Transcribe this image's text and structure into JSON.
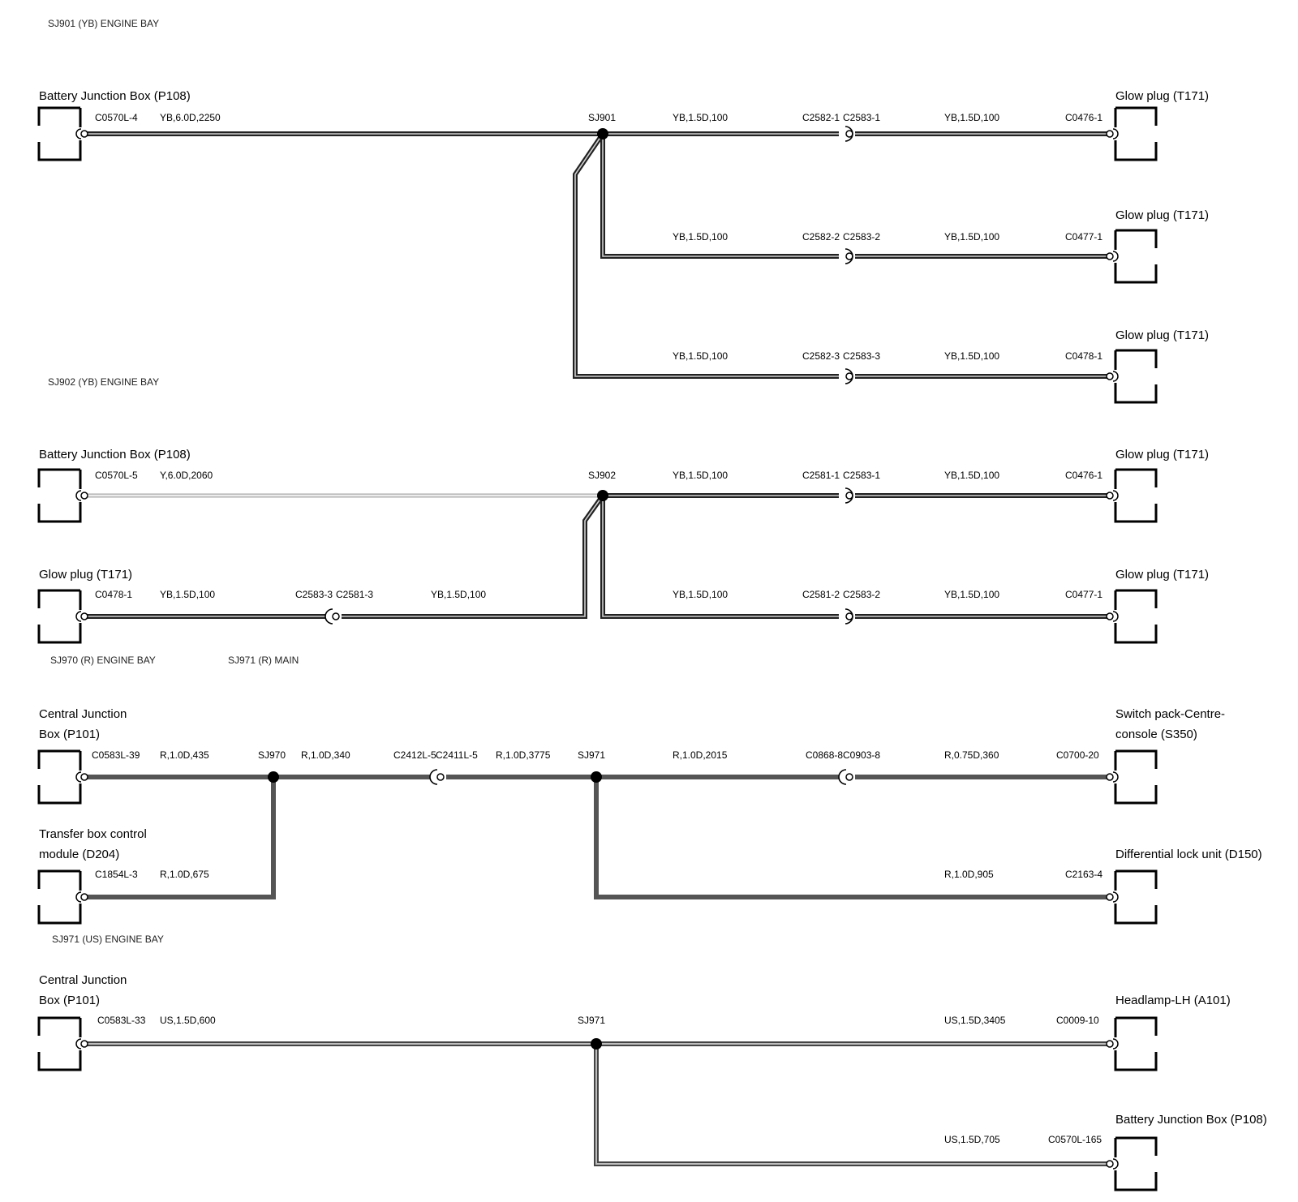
{
  "sections": [
    {
      "id": "s1",
      "label": "SJ901 (YB) ENGINE BAY"
    },
    {
      "id": "s2",
      "label": "SJ902 (YB) ENGINE BAY"
    },
    {
      "id": "s3a",
      "label": "SJ970 (R) ENGINE BAY"
    },
    {
      "id": "s3b",
      "label": "SJ971 (R) MAIN"
    },
    {
      "id": "s4",
      "label": "SJ971 (US) ENGINE BAY"
    }
  ],
  "components": [
    {
      "id": "c1",
      "lines": [
        "Battery Junction Box (P108)"
      ],
      "side": "left"
    },
    {
      "id": "c2",
      "lines": [
        "Glow plug (T171)"
      ],
      "side": "right"
    },
    {
      "id": "c3",
      "lines": [
        "Glow plug (T171)"
      ],
      "side": "right"
    },
    {
      "id": "c4",
      "lines": [
        "Glow plug (T171)"
      ],
      "side": "right"
    },
    {
      "id": "c5",
      "lines": [
        "Battery Junction Box (P108)"
      ],
      "side": "left"
    },
    {
      "id": "c6",
      "lines": [
        "Glow plug (T171)"
      ],
      "side": "right"
    },
    {
      "id": "c7",
      "lines": [
        "Glow plug (T171)"
      ],
      "side": "left"
    },
    {
      "id": "c8",
      "lines": [
        "Glow plug (T171)"
      ],
      "side": "right"
    },
    {
      "id": "c9",
      "lines": [
        "Central Junction",
        "Box (P101)"
      ],
      "side": "left"
    },
    {
      "id": "c10",
      "lines": [
        "Switch pack-Centre-",
        "console (S350)"
      ],
      "side": "right"
    },
    {
      "id": "c11",
      "lines": [
        "Transfer box control",
        "module (D204)"
      ],
      "side": "left"
    },
    {
      "id": "c12",
      "lines": [
        "Differential lock unit (D150)"
      ],
      "side": "right"
    },
    {
      "id": "c13",
      "lines": [
        "Central Junction",
        "Box (P101)"
      ],
      "side": "left"
    },
    {
      "id": "c14",
      "lines": [
        "Headlamp-LH (A101)"
      ],
      "side": "right"
    },
    {
      "id": "c15",
      "lines": [
        "Battery Junction Box (P108)"
      ],
      "side": "right"
    }
  ],
  "labels": [
    {
      "id": "l1",
      "text": "C0570L-4"
    },
    {
      "id": "l2",
      "text": "YB,6.0D,2250"
    },
    {
      "id": "l3",
      "text": "SJ901"
    },
    {
      "id": "l4",
      "text": "YB,1.5D,100"
    },
    {
      "id": "l5",
      "text": "C2582-1"
    },
    {
      "id": "l6",
      "text": "C2583-1"
    },
    {
      "id": "l7",
      "text": "YB,1.5D,100"
    },
    {
      "id": "l8",
      "text": "C0476-1"
    },
    {
      "id": "l9",
      "text": "YB,1.5D,100"
    },
    {
      "id": "l10",
      "text": "C2582-2"
    },
    {
      "id": "l11",
      "text": "C2583-2"
    },
    {
      "id": "l12",
      "text": "YB,1.5D,100"
    },
    {
      "id": "l13",
      "text": "C0477-1"
    },
    {
      "id": "l14",
      "text": "YB,1.5D,100"
    },
    {
      "id": "l15",
      "text": "C2582-3"
    },
    {
      "id": "l16",
      "text": "C2583-3"
    },
    {
      "id": "l17",
      "text": "YB,1.5D,100"
    },
    {
      "id": "l18",
      "text": "C0478-1"
    },
    {
      "id": "l19",
      "text": "C0570L-5"
    },
    {
      "id": "l20",
      "text": "Y,6.0D,2060"
    },
    {
      "id": "l21",
      "text": "SJ902"
    },
    {
      "id": "l22",
      "text": "YB,1.5D,100"
    },
    {
      "id": "l23",
      "text": "C2581-1"
    },
    {
      "id": "l24",
      "text": "C2583-1"
    },
    {
      "id": "l25",
      "text": "YB,1.5D,100"
    },
    {
      "id": "l26",
      "text": "C0476-1"
    },
    {
      "id": "l27",
      "text": "C0478-1"
    },
    {
      "id": "l28",
      "text": "YB,1.5D,100"
    },
    {
      "id": "l29",
      "text": "C2583-3"
    },
    {
      "id": "l30",
      "text": "C2581-3"
    },
    {
      "id": "l31",
      "text": "YB,1.5D,100"
    },
    {
      "id": "l32",
      "text": "YB,1.5D,100"
    },
    {
      "id": "l33",
      "text": "C2581-2"
    },
    {
      "id": "l34",
      "text": "C2583-2"
    },
    {
      "id": "l35",
      "text": "YB,1.5D,100"
    },
    {
      "id": "l36",
      "text": "C0477-1"
    },
    {
      "id": "l37",
      "text": "C0583L-39"
    },
    {
      "id": "l38",
      "text": "R,1.0D,435"
    },
    {
      "id": "l39",
      "text": "SJ970"
    },
    {
      "id": "l40",
      "text": "R,1.0D,340"
    },
    {
      "id": "l41",
      "text": "C2412L-5"
    },
    {
      "id": "l42",
      "text": "C2411L-5"
    },
    {
      "id": "l43",
      "text": "R,1.0D,3775"
    },
    {
      "id": "l44",
      "text": "SJ971"
    },
    {
      "id": "l45",
      "text": "R,1.0D,2015"
    },
    {
      "id": "l46",
      "text": "C0868-8"
    },
    {
      "id": "l47",
      "text": "C0903-8"
    },
    {
      "id": "l48",
      "text": "R,0.75D,360"
    },
    {
      "id": "l49",
      "text": "C0700-20"
    },
    {
      "id": "l50",
      "text": "C1854L-3"
    },
    {
      "id": "l51",
      "text": "R,1.0D,675"
    },
    {
      "id": "l52",
      "text": "R,1.0D,905"
    },
    {
      "id": "l53",
      "text": "C2163-4"
    },
    {
      "id": "l54",
      "text": "C0583L-33"
    },
    {
      "id": "l55",
      "text": "US,1.5D,600"
    },
    {
      "id": "l56",
      "text": "SJ971"
    },
    {
      "id": "l57",
      "text": "US,1.5D,3405"
    },
    {
      "id": "l58",
      "text": "C0009-10"
    },
    {
      "id": "l59",
      "text": "US,1.5D,705"
    },
    {
      "id": "l60",
      "text": "C0570L-165"
    }
  ],
  "colors": {
    "yb_outer": "#222222",
    "yb_inner": "#cfcfcf",
    "y_outer": "#aaaaaa",
    "y_inner": "#ececec",
    "r_wire": "#555555",
    "us_outer": "#444444",
    "us_inner": "#bdbdbd",
    "splice": "#000000"
  }
}
